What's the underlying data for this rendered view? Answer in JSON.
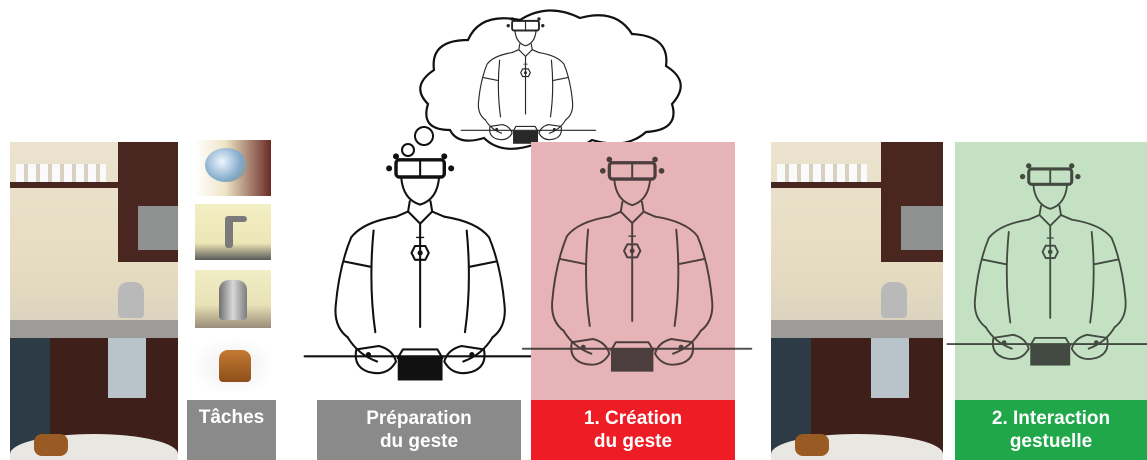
{
  "panels": {
    "taches": {
      "caption": "Tâches"
    },
    "preparation": {
      "caption": "Préparation\ndu geste"
    },
    "creation": {
      "caption": "1. Création\ndu geste"
    },
    "interaction": {
      "caption": "2. Interaction\ngestuelle"
    }
  },
  "task_images": [
    "teapot-image",
    "faucet-image",
    "kettle-image",
    "bread-image"
  ],
  "colors": {
    "caption_gray": "#8a8a8a",
    "creation_red": "#ee1c24",
    "creation_tint": "#e6b4b6",
    "interaction_green": "#1fa74a",
    "interaction_tint": "#c4e2c3"
  }
}
